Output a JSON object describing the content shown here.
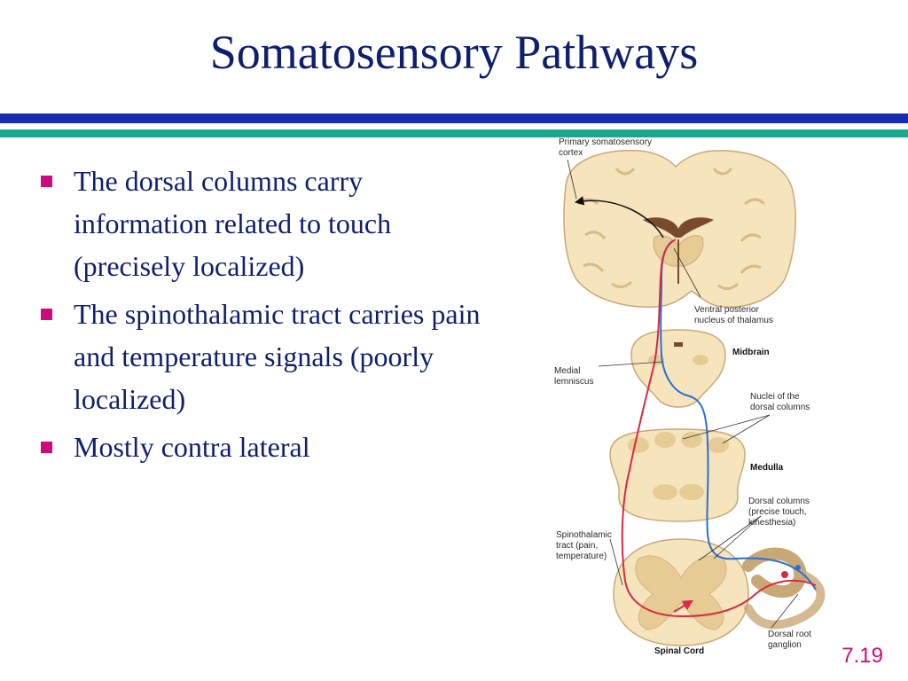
{
  "title": "Somatosensory Pathways",
  "bullets": [
    {
      "text": "The dorsal columns carry information related to touch (precisely localized)"
    },
    {
      "text": "The spinothalamic tract carries pain and temperature signals (poorly localized)"
    },
    {
      "text": "Mostly contra lateral"
    }
  ],
  "diagram": {
    "labels": {
      "cortex_1": "Primary somatosensory",
      "cortex_2": "cortex",
      "thalamus_1": "Ventral posterior",
      "thalamus_2": "nucleus of thalamus",
      "midbrain": "Midbrain",
      "lemniscus_1": "Medial",
      "lemniscus_2": "lemniscus",
      "nuclei_1": "Nuclei of the",
      "nuclei_2": "dorsal columns",
      "medulla": "Medulla",
      "dc_1": "Dorsal columns",
      "dc_2": "(precise touch,",
      "dc_3": "kinesthesia)",
      "st_1": "Spinothalamic",
      "st_2": "tract (pain,",
      "st_3": "temperature)",
      "drg_1": "Dorsal root",
      "drg_2": "ganglion",
      "spinal_cord": "Spinal Cord"
    },
    "colors": {
      "tissue": "#f6e4bd",
      "tissue_edge": "#c9a877",
      "gray_matter": "#e6cc94",
      "ventricle": "#7a4a2c",
      "touch_pathway": "#2a6fd6",
      "pain_pathway": "#d62a45"
    }
  },
  "slide_number": "7.19"
}
